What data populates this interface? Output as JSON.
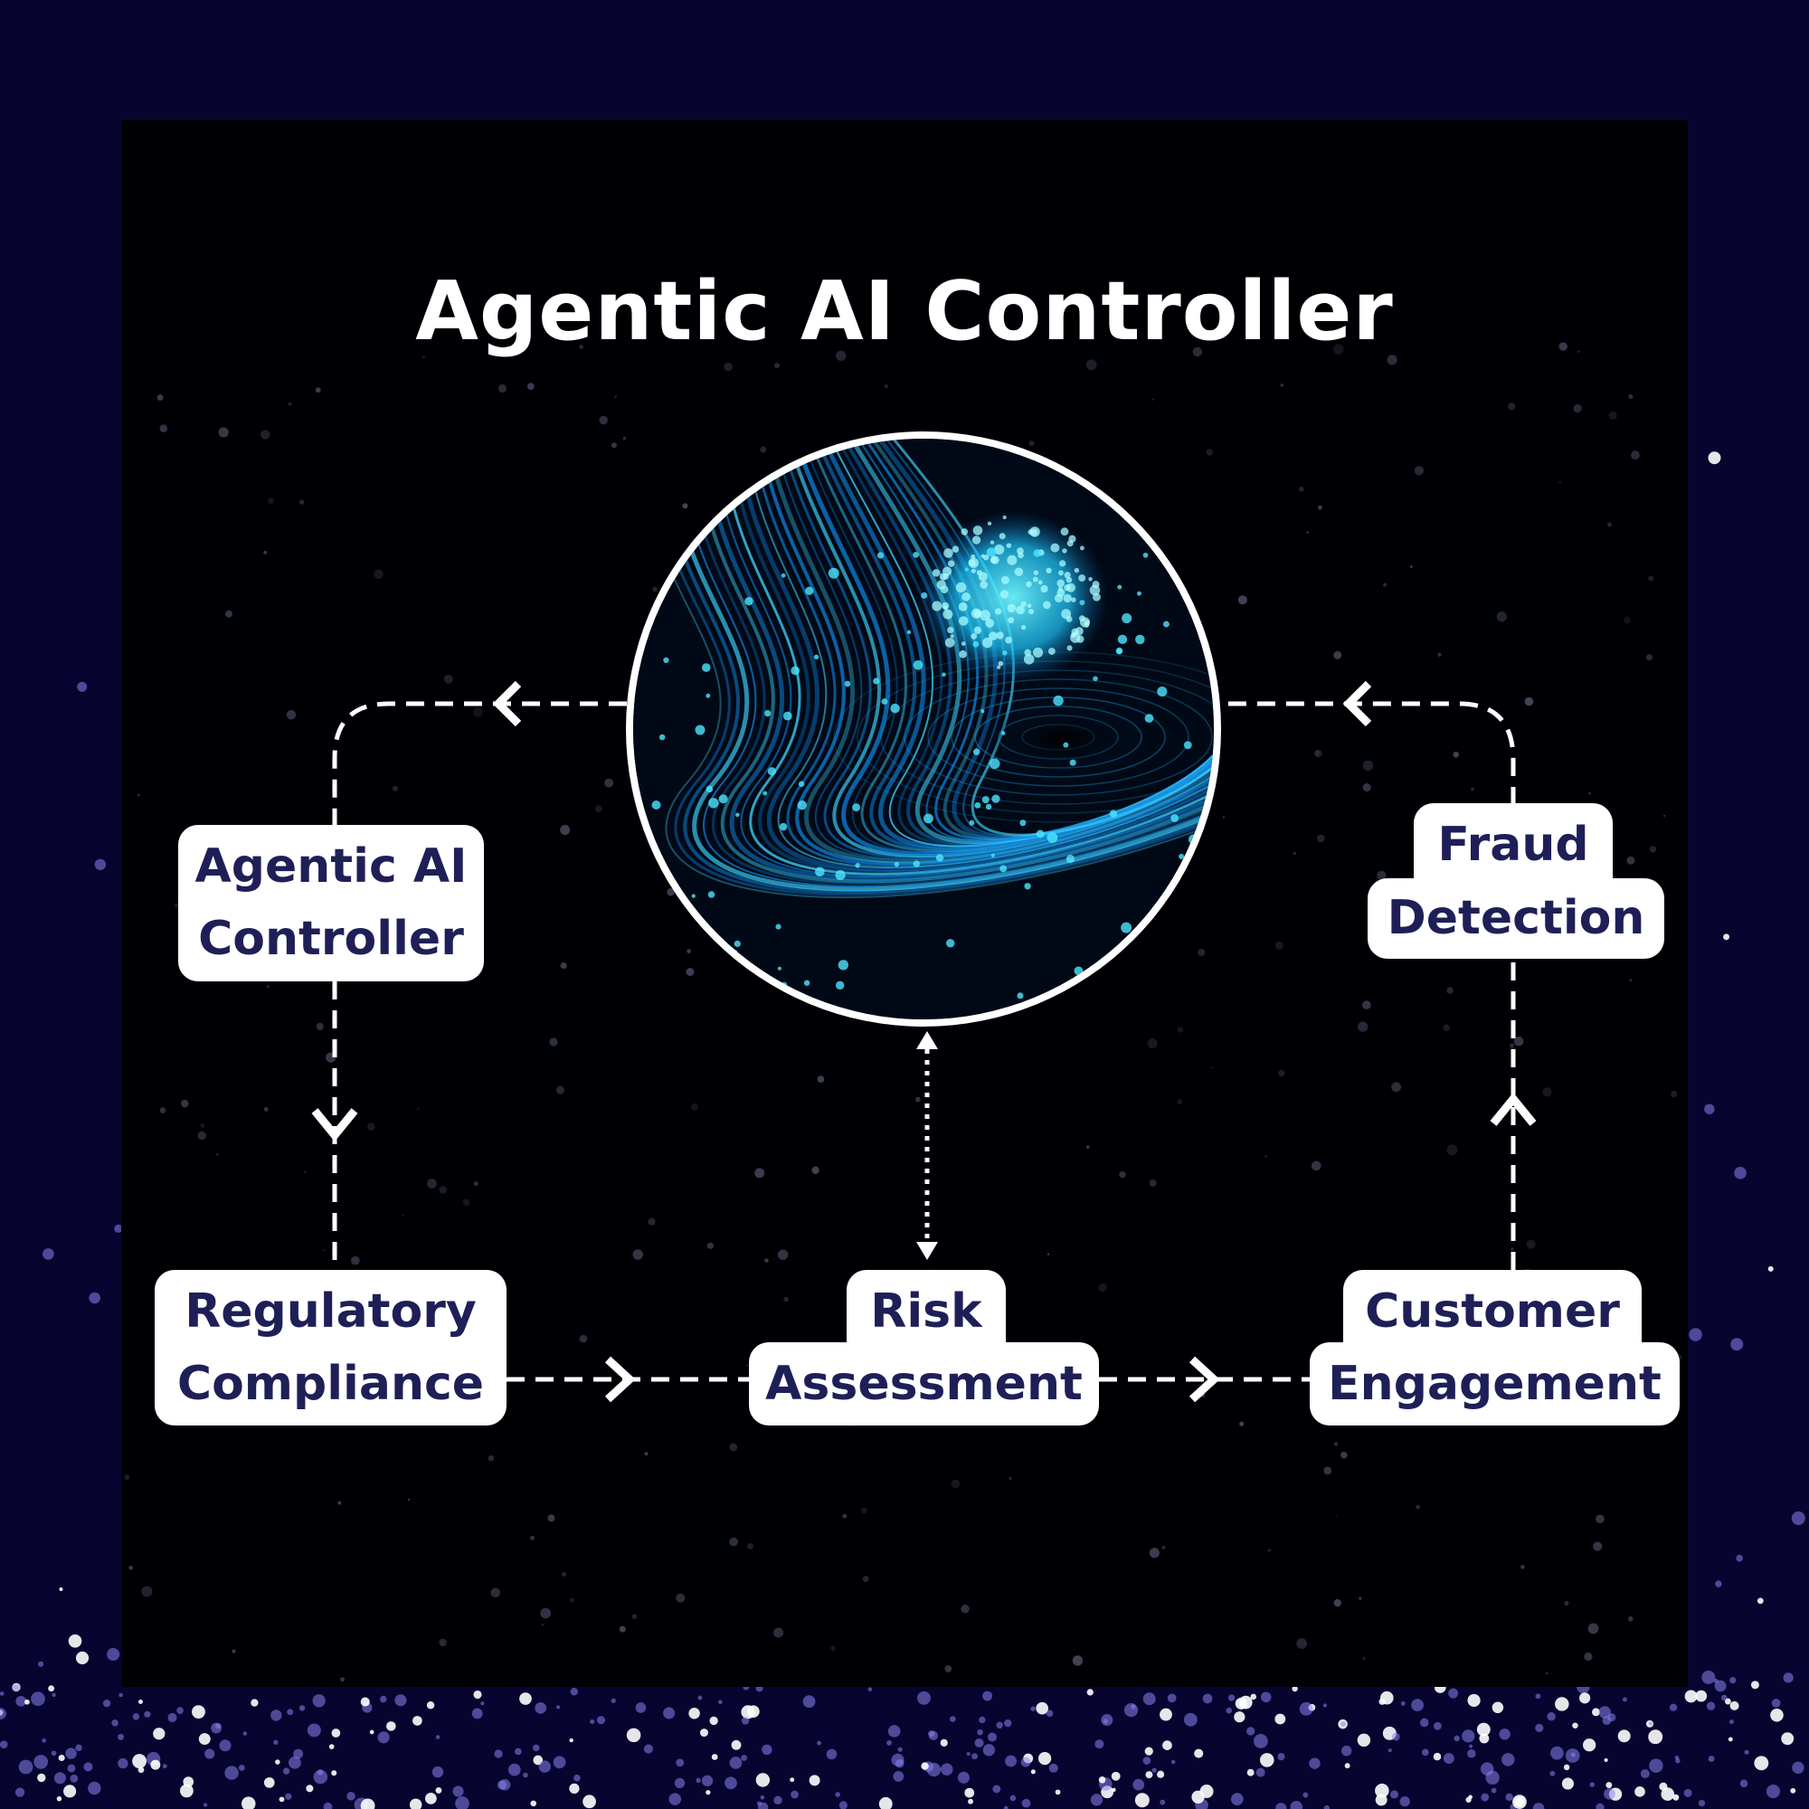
{
  "diagram": {
    "title": "Agentic AI Controller",
    "nodes": {
      "agentic_ai_controller": {
        "line1": "Agentic AI",
        "line2": "Controller"
      },
      "fraud_detection": {
        "line1": "Fraud",
        "line2": "Detection"
      },
      "regulatory_compliance": {
        "line1": "Regulatory",
        "line2": "Compliance"
      },
      "risk_assessment": {
        "line1": "Risk",
        "line2": "Assessment"
      },
      "customer_engagement": {
        "line1": "Customer",
        "line2": "Engagement"
      }
    }
  },
  "colors": {
    "background": "#070430",
    "panel": "#000004",
    "node_fill": "#ffffff",
    "node_text": "#1f1f58",
    "connector": "#ffffff",
    "hub_glow": "#1ec8ff"
  }
}
